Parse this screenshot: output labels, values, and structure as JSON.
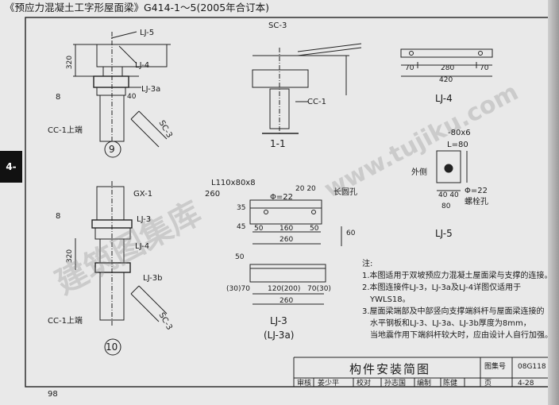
{
  "header": {
    "title": "《预应力混凝土工字形屋面梁》G414-1～5(2005年合订本)",
    "side_tab": "4-",
    "page_number": "98"
  },
  "detail_9": {
    "labels": [
      "LJ-5",
      "LJ-4",
      "LJ-3a",
      "8",
      "CC-1上端",
      "SC-3"
    ],
    "dims": [
      "320",
      "40"
    ],
    "marker": "9"
  },
  "section_1_1": {
    "labels": [
      "SC-3",
      "CC-1"
    ],
    "title": "1-1"
  },
  "lj_4": {
    "dims": [
      "70",
      "280",
      "70",
      "420"
    ],
    "title": "LJ-4"
  },
  "lj_5": {
    "labels": [
      "-80x6",
      "L=80",
      "外侧",
      "Φ=22",
      "螺栓孔"
    ],
    "dims": [
      "40 40",
      "80"
    ],
    "title": "LJ-5"
  },
  "detail_10": {
    "labels": [
      "GX-1",
      "8",
      "LJ-3",
      "LJ-4",
      "LJ-3b",
      "CC-1上端",
      "SC-3"
    ],
    "dims": [
      "320"
    ],
    "marker": "10"
  },
  "lj_3": {
    "labels": [
      "L110x80x8",
      "260",
      "Φ=22",
      "长圆孔",
      "20 20",
      "50",
      "160",
      "50",
      "260",
      "60",
      "35",
      "45",
      "50",
      "(30)70",
      "120(200)",
      "70(30)",
      "260"
    ],
    "title": "LJ-3",
    "subtitle": "(LJ-3a)"
  },
  "notes": {
    "heading": "注:",
    "items": [
      "1.本图适用于双坡预应力混凝土屋面梁与支撑的连接。",
      "2.本图连接件LJ-3，LJ-3a及LJ-4详图仅适用于",
      "YWLS18。",
      "3.屋面梁端部及中部竖向支撑端斜杆与屋面梁连接的",
      "水平钢板和LJ-3、LJ-3a、LJ-3b厚度为8mm，",
      "当地震作用下端斜杆较大时，应由设计人自行加强。"
    ]
  },
  "title_block": {
    "title": "构件安装简图",
    "atlas_label": "图集号",
    "atlas_value": "08G118",
    "reviewer_label": "审核",
    "reviewer": "姜少平",
    "checker_label": "校对",
    "checker": "孙志国",
    "designer_label": "编制",
    "designer": "陈健",
    "page_label": "页",
    "page_value": "4-28"
  }
}
